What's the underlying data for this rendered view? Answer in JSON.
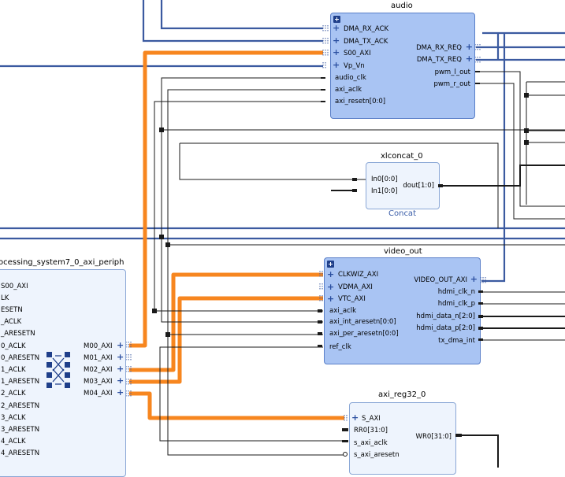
{
  "blocks": {
    "audio": {
      "title": "audio",
      "inputs": [
        "DMA_RX_ACK",
        "DMA_TX_ACK",
        "S00_AXI",
        "Vp_Vn",
        "audio_clk",
        "axi_aclk",
        "axi_resetn[0:0]"
      ],
      "outputs": [
        "DMA_RX_REQ",
        "DMA_TX_REQ",
        "pwm_l_out",
        "pwm_r_out"
      ]
    },
    "xlconcat": {
      "title": "xlconcat_0",
      "inputs": [
        "In0[0:0]",
        "In1[0:0]"
      ],
      "outputs": [
        "dout[1:0]"
      ],
      "subtitle": "Concat"
    },
    "video_out": {
      "title": "video_out",
      "inputs": [
        "CLKWIZ_AXI",
        "VDMA_AXI",
        "VTC_AXI",
        "axi_aclk",
        "axi_int_aresetn[0:0]",
        "axi_per_aresetn[0:0]",
        "ref_clk"
      ],
      "outputs": [
        "VIDEO_OUT_AXI",
        "hdmi_clk_n",
        "hdmi_clk_p",
        "hdmi_data_n[2:0]",
        "hdmi_data_p[2:0]",
        "tx_dma_int"
      ]
    },
    "axi_reg32": {
      "title": "axi_reg32_0",
      "inputs": [
        "S_AXI",
        "RR0[31:0]",
        "s_axi_aclk",
        "s_axi_aresetn"
      ],
      "outputs": [
        "WR0[31:0]"
      ]
    },
    "periph": {
      "title": "ocessing_system7_0_axi_periph",
      "inputs": [
        "S00_AXI",
        "LK",
        "ESETN",
        "_ACLK",
        "_ARESETN",
        "0_ACLK",
        "0_ARESETN",
        "1_ACLK",
        "1_ARESETN",
        "2_ACLK",
        "2_ARESETN",
        "3_ACLK",
        "3_ARESETN",
        "4_ACLK",
        "4_ARESETN"
      ],
      "outputs": [
        "M00_AXI",
        "M01_AXI",
        "M02_AXI",
        "M03_AXI",
        "M04_AXI"
      ]
    }
  },
  "colors": {
    "axi_highlight": "#f7861f",
    "wire": "#000000",
    "bus": "#3b5aa0",
    "block_fill": "#a9c4f3",
    "block_fill_pale": "#eef4fd",
    "interconnect_icon": "#1f3f8a"
  },
  "icons": [
    "expand-plus-icon",
    "crossbar-icon",
    "bus-interface-icon"
  ]
}
